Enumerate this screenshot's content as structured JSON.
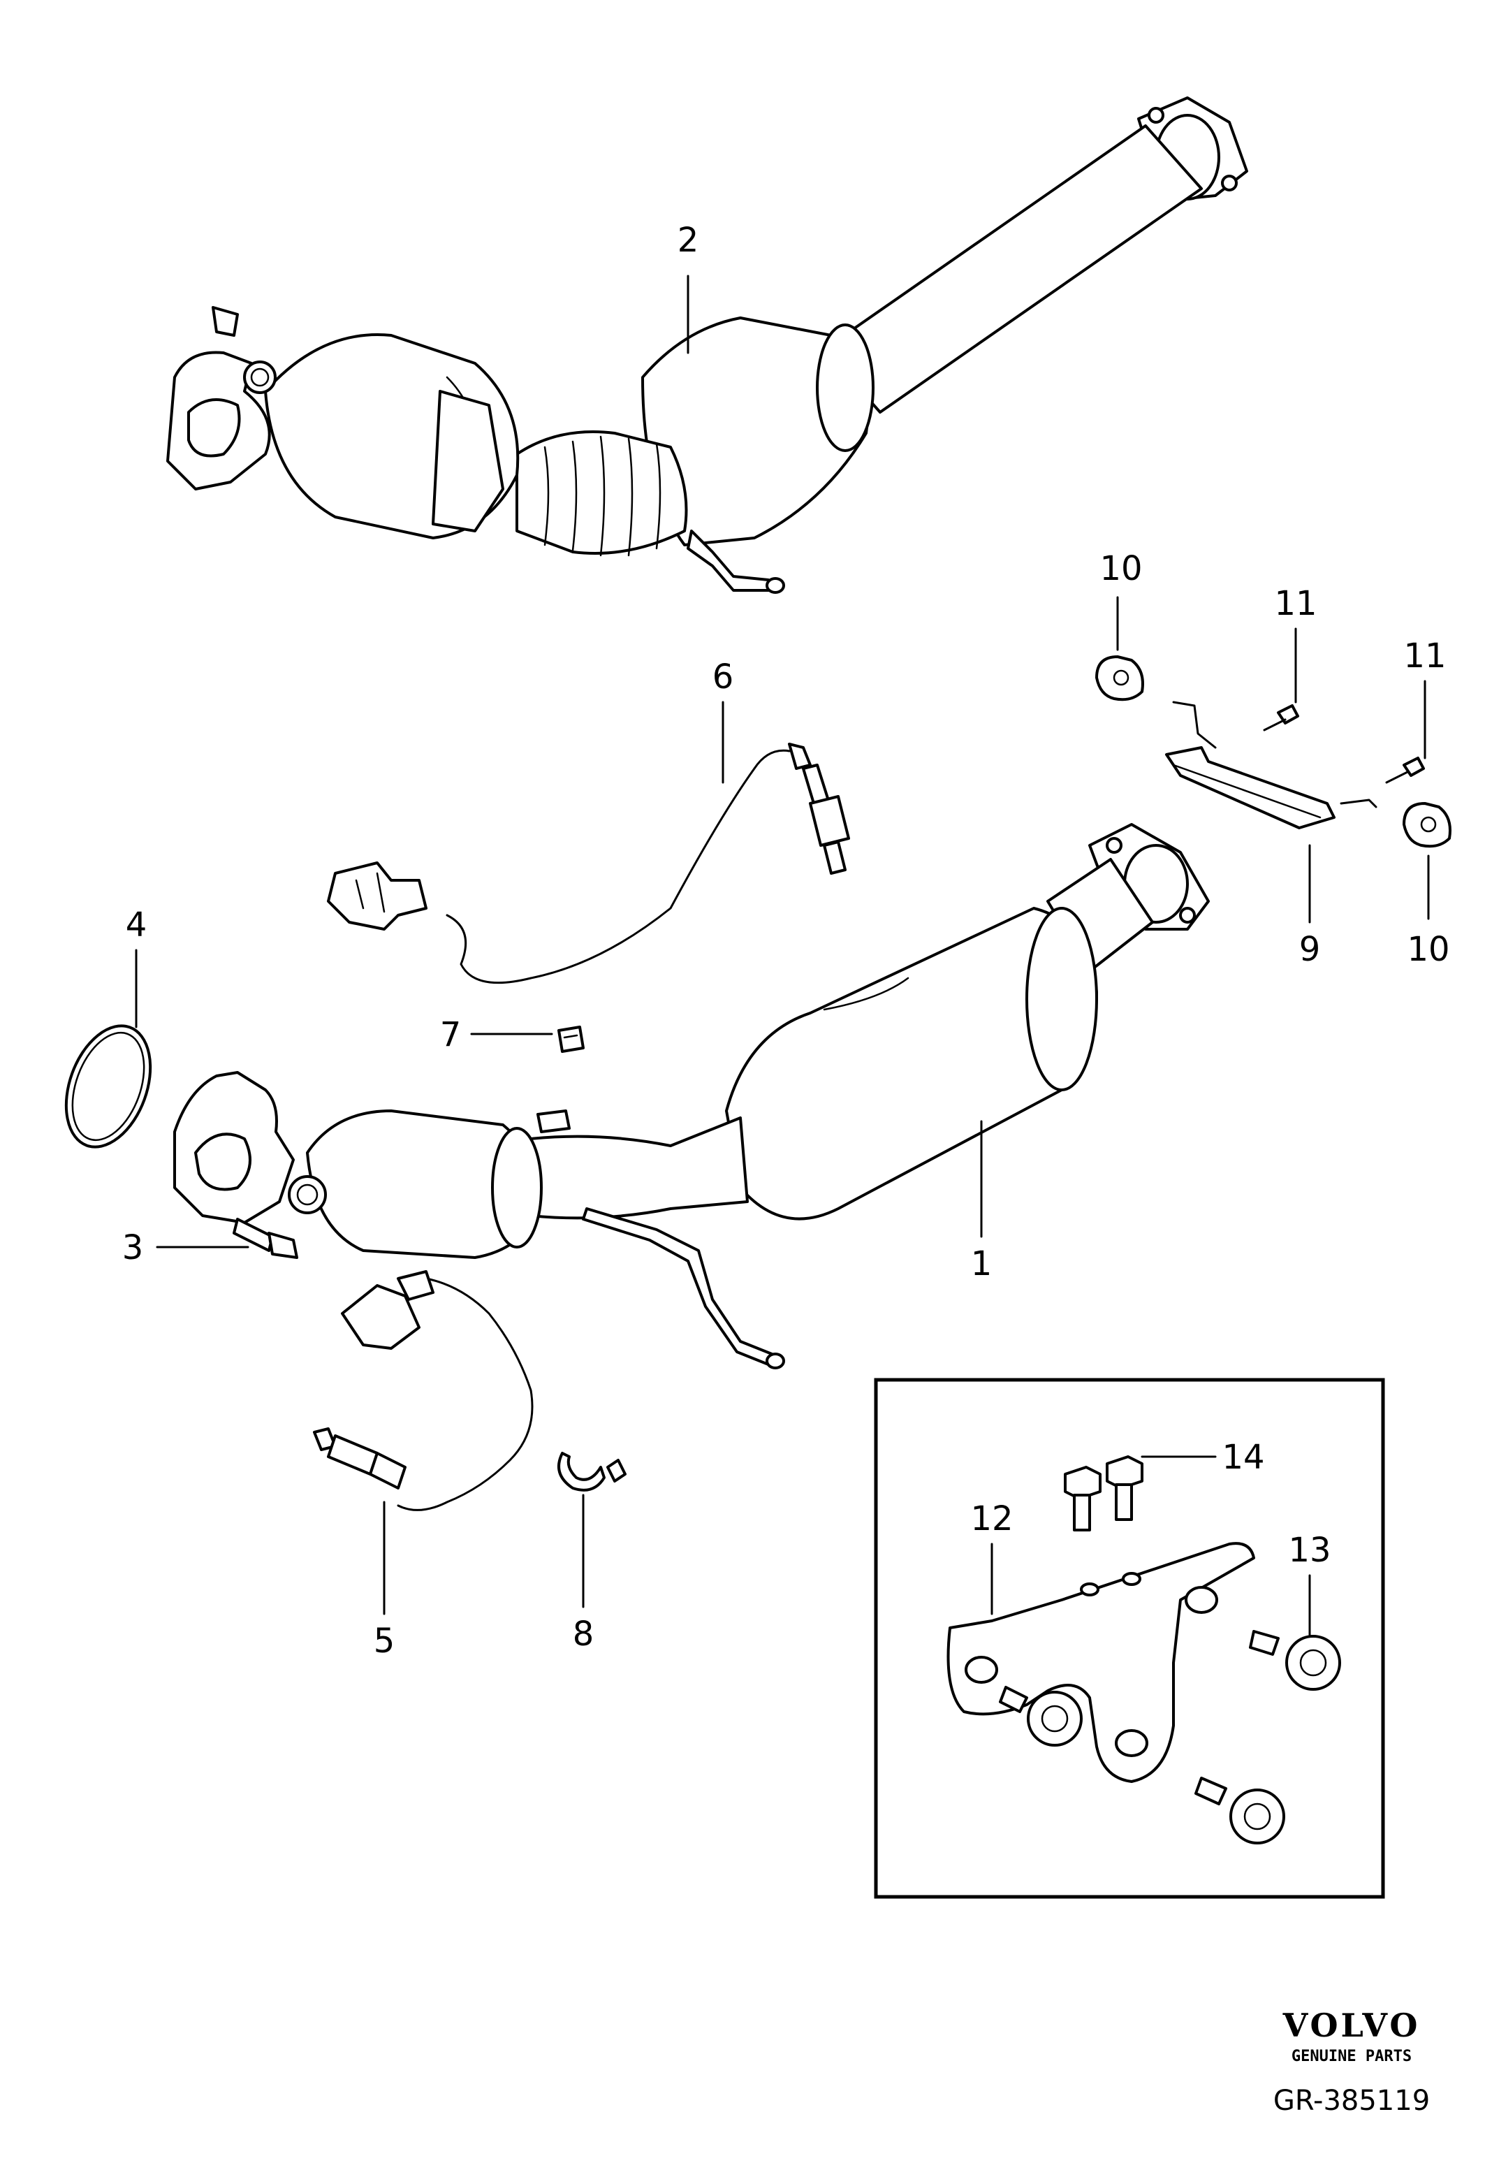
{
  "callouts": [
    {
      "id": "c1",
      "label": "1"
    },
    {
      "id": "c2",
      "label": "2"
    },
    {
      "id": "c3",
      "label": "3"
    },
    {
      "id": "c4",
      "label": "4"
    },
    {
      "id": "c5",
      "label": "5"
    },
    {
      "id": "c6",
      "label": "6"
    },
    {
      "id": "c7",
      "label": "7"
    },
    {
      "id": "c8",
      "label": "8"
    },
    {
      "id": "c9",
      "label": "9"
    },
    {
      "id": "c10a",
      "label": "10"
    },
    {
      "id": "c10b",
      "label": "10"
    },
    {
      "id": "c11a",
      "label": "11"
    },
    {
      "id": "c11b",
      "label": "11"
    },
    {
      "id": "c12",
      "label": "12"
    },
    {
      "id": "c13",
      "label": "13"
    },
    {
      "id": "c14",
      "label": "14"
    }
  ],
  "brand": {
    "logo_text": "VOLVO",
    "tagline": "GENUINE PARTS"
  },
  "reference_code": "GR-385119"
}
